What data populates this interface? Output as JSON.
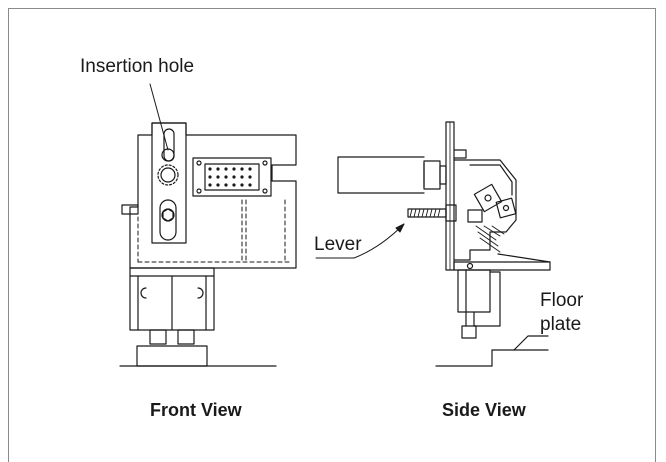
{
  "labels": {
    "insertion_hole": "Insertion hole",
    "lever": "Lever",
    "floor_plate_line1": "Floor",
    "floor_plate_line2": "plate"
  },
  "captions": {
    "front_view": "Front View",
    "side_view": "Side View"
  },
  "colors": {
    "line": "#1a1a1a",
    "frame": "#8a8a8a",
    "background": "#ffffff"
  }
}
